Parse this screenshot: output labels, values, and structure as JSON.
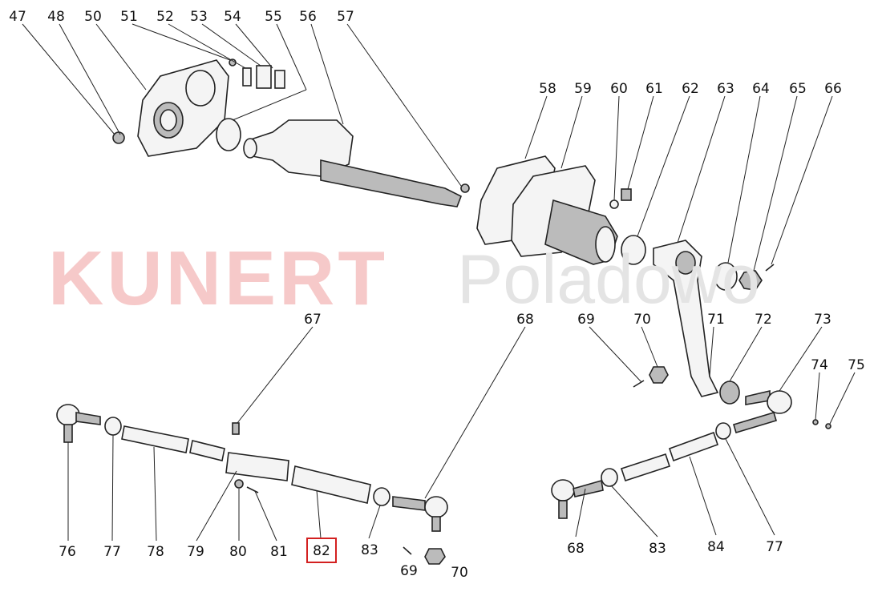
{
  "watermark": {
    "brand": "KUNERT",
    "place": "Poladowo"
  },
  "highlighted_part": "82",
  "labels": {
    "top_left": [
      "47",
      "48",
      "50",
      "51",
      "52",
      "53",
      "54",
      "55",
      "56",
      "57"
    ],
    "top_right": [
      "58",
      "59",
      "60",
      "61",
      "62",
      "63",
      "64",
      "65",
      "66"
    ],
    "middle": [
      "67",
      "68",
      "69",
      "70",
      "71",
      "72",
      "73",
      "74",
      "75"
    ],
    "bottom_left": [
      "76",
      "77",
      "78",
      "79",
      "80",
      "81",
      "82",
      "83",
      "69",
      "70"
    ],
    "bottom_right": [
      "68",
      "83",
      "84",
      "77"
    ]
  }
}
